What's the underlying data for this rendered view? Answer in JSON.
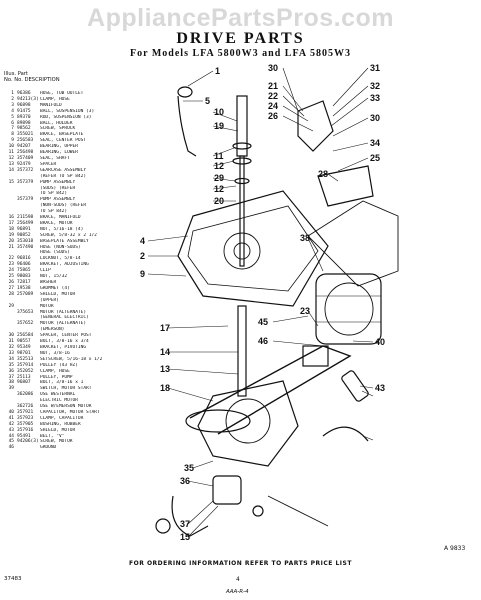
{
  "watermark": "AppliancePartsPros.com",
  "title": "DRIVE PARTS",
  "subtitle": "For Models LFA 5800W3 and LFA 5805W3",
  "list_header": {
    "line1": "Illus.  Part",
    "line2": "No.    No.    DESCRIPTION"
  },
  "parts": [
    {
      "no": "1",
      "part": "96386",
      "desc": "HOSE, TUB OUTLET"
    },
    {
      "no": "2",
      "part": "94213(3)",
      "desc": "CLAMP, HOSE"
    },
    {
      "no": "3",
      "part": "96898",
      "desc": "MANIFOLD"
    },
    {
      "no": "4",
      "part": "91475",
      "desc": "BALL, SUSPENSION (3)"
    },
    {
      "no": "5",
      "part": "89370",
      "desc": "ROD, SUSPENSION (3)"
    },
    {
      "no": "6",
      "part": "89898",
      "desc": "BALL, HOLDER"
    },
    {
      "no": "7",
      "part": "98562",
      "desc": "SCREW, SPROCK"
    },
    {
      "no": "8",
      "part": "355021",
      "desc": "BRACE, BASEPLATE"
    },
    {
      "no": "9",
      "part": "256583",
      "desc": "SEAL, CENTER POST"
    },
    {
      "no": "10",
      "part": "94207",
      "desc": "BEARING, UPPER"
    },
    {
      "no": "11",
      "part": "256498",
      "desc": "BEARING, LOWER"
    },
    {
      "no": "12",
      "part": "357409",
      "desc": "SEAL, SHAFT"
    },
    {
      "no": "13",
      "part": "92479",
      "desc": "SPACER"
    },
    {
      "no": "14",
      "part": "357372",
      "desc": "GEARCASE ASSEMBLY"
    },
    {
      "no": "",
      "part": "",
      "desc": "(REFER TO SP 842)"
    },
    {
      "no": "15",
      "part": "357379",
      "desc": "PUMP ASSEMBLY"
    },
    {
      "no": "",
      "part": "",
      "desc": "(SUDS) (REFER"
    },
    {
      "no": "",
      "part": "",
      "desc": "TO SP 842)"
    },
    {
      "no": "",
      "part": "357379",
      "desc": "PUMP ASSEMBLY"
    },
    {
      "no": "",
      "part": "",
      "desc": "(NON-SUDS) (REFER"
    },
    {
      "no": "",
      "part": "",
      "desc": "TO SP 842)"
    },
    {
      "no": "16",
      "part": "211598",
      "desc": "BRACE, MANIFOLD"
    },
    {
      "no": "17",
      "part": "256499",
      "desc": "BRACE, MOTOR"
    },
    {
      "no": "18",
      "part": "96891",
      "desc": "NUT, 5/16-18 (4)"
    },
    {
      "no": "19",
      "part": "90852",
      "desc": "SCREW, 5/8-32 x 2 1/2"
    },
    {
      "no": "20",
      "part": "353018",
      "desc": "BASEPLATE ASSEMBLY"
    },
    {
      "no": "21",
      "part": "357490",
      "desc": "HOSE (NON-SUDS)"
    },
    {
      "no": "",
      "part": "",
      "desc": "HOSE (SUDS)"
    },
    {
      "no": "22",
      "part": "96816",
      "desc": "LOCKNUT, 5/8-14"
    },
    {
      "no": "23",
      "part": "96406",
      "desc": "BRACKET, ADJUSTING"
    },
    {
      "no": "24",
      "part": "75865",
      "desc": "CLIP"
    },
    {
      "no": "25",
      "part": "98083",
      "desc": "NUT, 15/32"
    },
    {
      "no": "26",
      "part": "72817",
      "desc": "WASHER"
    },
    {
      "no": "27",
      "part": "19538",
      "desc": "GROMMET (4)"
    },
    {
      "no": "28",
      "part": "257089",
      "desc": "SHIELD, MOTOR"
    },
    {
      "no": "",
      "part": "",
      "desc": "(UPPER)"
    },
    {
      "no": "29",
      "part": "",
      "desc": "MOTOR"
    },
    {
      "no": "",
      "part": "375653",
      "desc": "MOTOR (ALTERNATE)"
    },
    {
      "no": "",
      "part": "",
      "desc": "(GENERAL ELECTRIC)"
    },
    {
      "no": "",
      "part": "357652",
      "desc": "MOTOR (ALTERNATE)"
    },
    {
      "no": "",
      "part": "",
      "desc": "(EMERSON)"
    },
    {
      "no": "30",
      "part": "256584",
      "desc": "SPACER, CENTER POST"
    },
    {
      "no": "31",
      "part": "90557",
      "desc": "BOLT, 3/8-16 x 3/4"
    },
    {
      "no": "32",
      "part": "95349",
      "desc": "BRACKET, PIVOTING"
    },
    {
      "no": "33",
      "part": "98701",
      "desc": "NUT, 3/8-16"
    },
    {
      "no": "34",
      "part": "352513",
      "desc": "SETSCREW, 5/16-18 x 1/2"
    },
    {
      "no": "35",
      "part": "357914",
      "desc": "PULLEY (43 HZ)"
    },
    {
      "no": "36",
      "part": "352052",
      "desc": "CLAMP, HOSE"
    },
    {
      "no": "37",
      "part": "25113",
      "desc": "PULLEY, PUMP"
    },
    {
      "no": "38",
      "part": "96807",
      "desc": "BOLT, 3/8-16 x 1"
    },
    {
      "no": "39",
      "part": "",
      "desc": "SWITCH, MOTOR START"
    },
    {
      "no": "",
      "part": "362086",
      "desc": "USE WESTERNAL"
    },
    {
      "no": "",
      "part": "",
      "desc": "ELECTRIC MOTOR"
    },
    {
      "no": "",
      "part": "362726",
      "desc": "USE W/EMERSON MOTOR"
    },
    {
      "no": "40",
      "part": "357921",
      "desc": "CAPACITOR, MOTOR START"
    },
    {
      "no": "41",
      "part": "357923",
      "desc": "CLAMP, CAPACITOR"
    },
    {
      "no": "42",
      "part": "357905",
      "desc": "BUSHING, RUBBER"
    },
    {
      "no": "43",
      "part": "357916",
      "desc": "SHIELD, MOTOR"
    },
    {
      "no": "44",
      "part": "95491",
      "desc": "BELT, \"V\""
    },
    {
      "no": "45",
      "part": "94206(3)",
      "desc": "SCREW, MOTOR"
    },
    {
      "no": "46",
      "part": "",
      "desc": "GROUND"
    }
  ],
  "callouts": [
    {
      "label": "1"
    },
    {
      "label": "5"
    },
    {
      "label": "10"
    },
    {
      "label": "19"
    },
    {
      "label": "11"
    },
    {
      "label": "12"
    },
    {
      "label": "29"
    },
    {
      "label": "12"
    },
    {
      "label": "20"
    },
    {
      "label": "4"
    },
    {
      "label": "2"
    },
    {
      "label": "9"
    },
    {
      "label": "17"
    },
    {
      "label": "14"
    },
    {
      "label": "13"
    },
    {
      "label": "18"
    },
    {
      "label": "35"
    },
    {
      "label": "36"
    },
    {
      "label": "37"
    },
    {
      "label": "15"
    },
    {
      "label": "30"
    },
    {
      "label": "21"
    },
    {
      "label": "22"
    },
    {
      "label": "24"
    },
    {
      "label": "26"
    },
    {
      "label": "31"
    },
    {
      "label": "32"
    },
    {
      "label": "33"
    },
    {
      "label": "30"
    },
    {
      "label": "34"
    },
    {
      "label": "25"
    },
    {
      "label": "28"
    },
    {
      "label": "38"
    },
    {
      "label": "23"
    },
    {
      "label": "45"
    },
    {
      "label": "46"
    },
    {
      "label": "40"
    },
    {
      "label": "43"
    }
  ],
  "ref_code": "A 9833",
  "footer": "FOR ORDERING INFORMATION REFER TO PARTS PRICE LIST",
  "left_code": "37483",
  "page_num": "4",
  "bottom_scribble": "AAA-R-4"
}
